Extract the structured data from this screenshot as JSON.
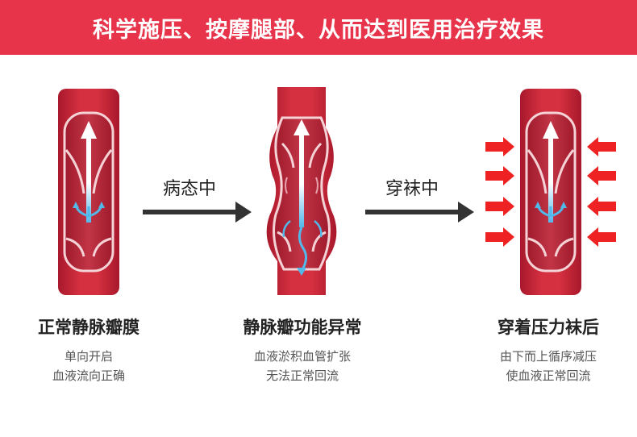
{
  "banner": {
    "title": "科学施压、按摩腿部、从而达到医用治疗效果"
  },
  "steps": [
    {
      "label": "病态中"
    },
    {
      "label": "穿袜中"
    }
  ],
  "stages": [
    {
      "title": "正常静脉瓣膜",
      "desc_line1": "单向开启",
      "desc_line2": "血液流向正确"
    },
    {
      "title": "静脉瓣功能异常",
      "desc_line1": "血液淤积血管扩张",
      "desc_line2": "无法正常回流"
    },
    {
      "title": "穿着压力袜后",
      "desc_line1": "由下而上循序减压",
      "desc_line2": "使血液正常回流"
    }
  ],
  "colors": {
    "banner_bg": "#e8344b",
    "vessel_outer": "#c41f35",
    "vessel_inner": "#a3182b",
    "vessel_lumen": "#b72a3b",
    "arrow_flow_top": "#ffffff",
    "arrow_flow_bottom": "#52b8ea",
    "pressure_arrow": "#ee2222",
    "step_arrow": "#333333"
  }
}
